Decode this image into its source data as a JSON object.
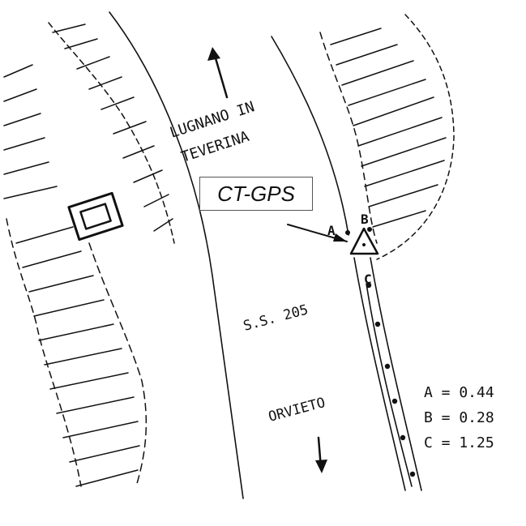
{
  "map": {
    "north_label_line1": "LUGNANO IN",
    "north_label_line2": "TEVERINA",
    "south_label": "ORVIETO",
    "road_label": "S.S. 205",
    "station_label": "CT-GPS",
    "points": {
      "a": "A",
      "b": "B",
      "c": "C"
    },
    "legend": [
      {
        "name": "A",
        "value": "0.44",
        "text": "A = 0.44"
      },
      {
        "name": "B",
        "value": "0.28",
        "text": "B = 0.28"
      },
      {
        "name": "C",
        "value": "1.25",
        "text": "C = 1.25"
      }
    ]
  },
  "colors": {
    "ink": "#111111",
    "paper": "#ffffff",
    "box_border": "#555555"
  },
  "icons": {
    "north_arrow": "arrow-up-icon",
    "south_arrow": "arrow-down-icon",
    "station_marker": "triangle-marker-icon",
    "building": "square-building-icon"
  }
}
